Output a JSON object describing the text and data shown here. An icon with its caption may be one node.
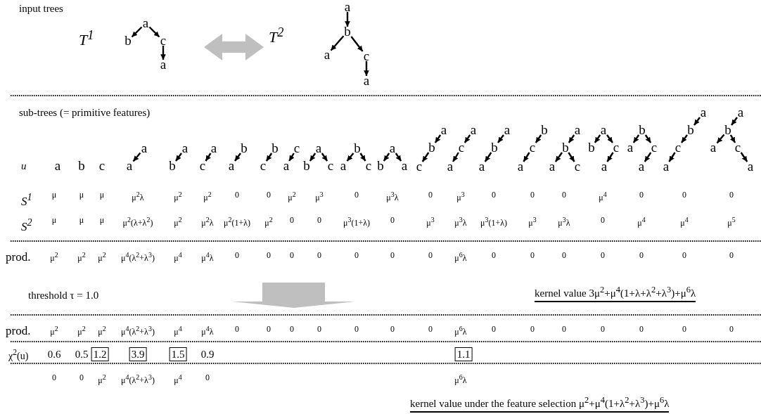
{
  "diagram": {
    "nodes": [
      {
        "text": [
          "T$^{1}$"
        ]
      },
      {
        "text": [
          "a"
        ],
        "in": 0
      },
      {
        "text": [
          "b"
        ],
        "in": 0
      },
      {
        "text": [
          "c"
        ],
        "in": 0
      },
      {
        "text": [
          "a"
        ],
        "in": 0
      },
      {
        "text": [
          "T$^{2}$"
        ]
      },
      {
        "text": [
          "a"
        ],
        "in": 5
      },
      {
        "text": [
          "b"
        ],
        "in": 5
      },
      {
        "text": [
          "a"
        ],
        "in": 5
      },
      {
        "text": [
          "c"
        ],
        "in": 5
      },
      {
        "text": [
          "a"
        ],
        "in": 5
      },
      {
        "text": [
          "a"
        ]
      },
      {
        "text": [
          "b"
        ]
      },
      {
        "text": [
          "c"
        ]
      },
      {
        "text": [
          "a"
        ]
      },
      {
        "text": [
          "a"
        ]
      },
      {
        "text": [
          "a"
        ]
      },
      {
        "text": [
          "b"
        ]
      },
      {
        "text": [
          "a"
        ]
      },
      {
        "text": [
          "c"
        ]
      },
      {
        "text": [
          "b"
        ]
      },
      {
        "text": [
          "a"
        ]
      },
      {
        "text": [
          "b"
        ]
      },
      {
        "text": [
          "c"
        ]
      },
      {
        "text": [
          "c"
        ]
      },
      {
        "text": [
          "a"
        ]
      },
      {
        "text": [
          "a"
        ]
      },
      {
        "text": [
          "b"
        ]
      },
      {
        "text": [
          "c"
        ]
      },
      {
        "text": [
          "b"
        ]
      },
      {
        "text": [
          "a"
        ]
      },
      {
        "text": [
          "c"
        ]
      },
      {
        "text": [
          "a"
        ]
      },
      {
        "text": [
          "b"
        ]
      },
      {
        "text": [
          "a"
        ]
      },
      {
        "text": [
          "a"
        ]
      },
      {
        "text": [
          "b"
        ]
      },
      {
        "text": [
          "c"
        ]
      },
      {
        "text": [
          "a"
        ]
      },
      {
        "text": [
          "c"
        ]
      },
      {
        "text": [
          "a"
        ]
      },
      {
        "text": [
          "a"
        ]
      },
      {
        "text": [
          "b"
        ]
      },
      {
        "text": [
          "a"
        ]
      },
      {
        "text": [
          "b"
        ]
      },
      {
        "text": [
          "c"
        ]
      },
      {
        "text": [
          "a"
        ]
      },
      {
        "text": [
          "a"
        ]
      },
      {
        "text": [
          "b"
        ]
      },
      {
        "text": [
          "a"
        ]
      },
      {
        "text": [
          "c"
        ]
      },
      {
        "text": [
          "a"
        ]
      },
      {
        "text": [
          "b"
        ]
      },
      {
        "text": [
          "c"
        ]
      },
      {
        "text": [
          "a"
        ]
      },
      {
        "text": [
          "b"
        ]
      },
      {
        "text": [
          "a"
        ]
      },
      {
        "text": [
          "c"
        ]
      },
      {
        "text": [
          "a"
        ]
      },
      {
        "text": [
          "a"
        ]
      },
      {
        "text": [
          "b"
        ]
      },
      {
        "text": [
          "c"
        ]
      },
      {
        "text": [
          "a"
        ]
      },
      {
        "text": [
          "a"
        ]
      },
      {
        "text": [
          "b"
        ]
      },
      {
        "text": [
          "a"
        ]
      },
      {
        "text": [
          "c"
        ]
      },
      {
        "text": [
          "a"
        ]
      },
      {
        "text": [
          "1.2"
        ]
      },
      {
        "text": [
          "3.9"
        ]
      },
      {
        "text": [
          "1.5"
        ]
      },
      {
        "text": [
          "1.1"
        ]
      }
    ],
    "edges": [
      {
        "from": 1,
        "to": 2,
        "arrow": "to"
      },
      {
        "from": 1,
        "to": 3,
        "arrow": "to"
      },
      {
        "from": 3,
        "to": 4,
        "arrow": "to"
      },
      {
        "from": 0,
        "to": 5,
        "arrow": "both",
        "style": "thick",
        "color": "#bfbfbf"
      },
      {
        "from": 6,
        "to": 7,
        "arrow": "to"
      },
      {
        "from": 7,
        "to": 8,
        "arrow": "to"
      },
      {
        "from": 7,
        "to": 9,
        "arrow": "to"
      },
      {
        "from": 9,
        "to": 10,
        "arrow": "to"
      },
      {
        "from": 14,
        "to": 15,
        "arrow": "to"
      },
      {
        "from": 16,
        "to": 17,
        "arrow": "to"
      },
      {
        "from": 18,
        "to": 19,
        "arrow": "to"
      },
      {
        "from": 20,
        "to": 21,
        "arrow": "to"
      },
      {
        "from": 22,
        "to": 23,
        "arrow": "to"
      },
      {
        "from": 24,
        "to": 25,
        "arrow": "to"
      },
      {
        "from": 26,
        "to": 27,
        "arrow": "to"
      },
      {
        "from": 26,
        "to": 28,
        "arrow": "to"
      },
      {
        "from": 29,
        "to": 30,
        "arrow": "to"
      },
      {
        "from": 29,
        "to": 31,
        "arrow": "to"
      },
      {
        "from": 32,
        "to": 33,
        "arrow": "to"
      },
      {
        "from": 32,
        "to": 34,
        "arrow": "to"
      },
      {
        "from": 35,
        "to": 36,
        "arrow": "to"
      },
      {
        "from": 36,
        "to": 37,
        "arrow": "to"
      },
      {
        "from": 38,
        "to": 39,
        "arrow": "to"
      },
      {
        "from": 39,
        "to": 40,
        "arrow": "to"
      },
      {
        "from": 41,
        "to": 42,
        "arrow": "to"
      },
      {
        "from": 42,
        "to": 43,
        "arrow": "to"
      },
      {
        "from": 44,
        "to": 45,
        "arrow": "to"
      },
      {
        "from": 45,
        "to": 46,
        "arrow": "to"
      },
      {
        "from": 47,
        "to": 48,
        "arrow": "to"
      },
      {
        "from": 48,
        "to": 49,
        "arrow": "to"
      },
      {
        "from": 48,
        "to": 50,
        "arrow": "to"
      },
      {
        "from": 51,
        "to": 52,
        "arrow": "to"
      },
      {
        "from": 51,
        "to": 53,
        "arrow": "to"
      },
      {
        "from": 53,
        "to": 54,
        "arrow": "to"
      },
      {
        "from": 55,
        "to": 56,
        "arrow": "to"
      },
      {
        "from": 55,
        "to": 57,
        "arrow": "to"
      },
      {
        "from": 57,
        "to": 58,
        "arrow": "to"
      },
      {
        "from": 59,
        "to": 60,
        "arrow": "to"
      },
      {
        "from": 60,
        "to": 61,
        "arrow": "to"
      },
      {
        "from": 61,
        "to": 62,
        "arrow": "to"
      },
      {
        "from": 63,
        "to": 64,
        "arrow": "to"
      },
      {
        "from": 64,
        "to": 65,
        "arrow": "to"
      },
      {
        "from": 64,
        "to": 66,
        "arrow": "to"
      },
      {
        "from": 66,
        "to": 67,
        "arrow": "to"
      }
    ],
    "labels": [
      "input trees",
      "sub-trees (= primitive features)",
      "u",
      "S$^{1}$",
      "μ",
      "μ",
      "μ",
      "μ$^{2}$λ",
      "μ$^{2}$",
      "μ$^{2}$",
      "0",
      "0",
      "μ$^{2}$",
      "μ$^{3}$",
      "0",
      "μ$^{3}$λ",
      "0",
      "μ$^{3}$",
      "0",
      "0",
      "0",
      "μ$^{4}$",
      "0",
      "0",
      "0",
      "S$^{2}$",
      "μ",
      "μ",
      "μ",
      "μ$^{2}$(λ+λ$^{2}$)",
      "μ$^{2}$",
      "μ$^{2}$λ",
      "μ$^{2}$(1+λ)",
      "μ$^{2}$",
      "0",
      "0",
      "μ$^{3}$(1+λ)",
      "0",
      "μ$^{3}$",
      "μ$^{3}$λ",
      "μ$^{3}$(1+λ)",
      "μ$^{3}$",
      "μ$^{3}$λ",
      "0",
      "μ$^{4}$",
      "μ$^{4}$",
      "μ$^{5}$",
      "prod.",
      "μ$^{2}$",
      "μ$^{2}$",
      "μ$^{2}$",
      "μ$^{4}$(λ$^{2}$+λ$^{3}$)",
      "μ$^{4}$",
      "μ$^{4}$λ",
      "0",
      "0",
      "0",
      "0",
      "0",
      "0",
      "0",
      "μ$^{6}$λ",
      "0",
      "0",
      "0",
      "0",
      "0",
      "0",
      "0",
      "threshold τ = 1.0",
      "kernel value 3μ$^{2}$+μ$^{4}$(1+λ+λ$^{2}$+λ$^{3}$)+μ$^{6}$λ",
      "prod.",
      "μ$^{2}$",
      "μ$^{2}$",
      "μ$^{2}$",
      "μ$^{4}$(λ$^{2}$+λ$^{3}$)",
      "μ$^{4}$",
      "μ$^{4}$λ",
      "0",
      "0",
      "0",
      "0",
      "0",
      "0",
      "0",
      "μ$^{6}$λ",
      "0",
      "0",
      "0",
      "0",
      "0",
      "0",
      "0",
      "χ$^{2}$(u)",
      "0.6",
      "0.5",
      "0.9",
      "0",
      "0",
      "μ$^{2}$",
      "μ$^{4}$(λ$^{2}$+λ$^{3}$)",
      "μ$^{4}$",
      "0",
      "μ$^{6}$λ",
      "kernel value under the feature selection μ$^{2}$+μ$^{4}$(1+λ$^{2}$+λ$^{3}$)+μ$^{6}$λ"
    ]
  }
}
